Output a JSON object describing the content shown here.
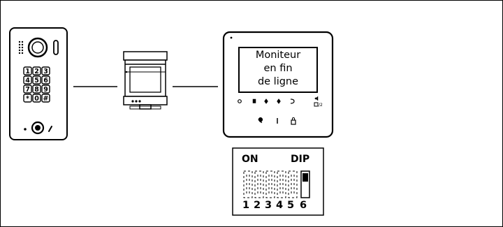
{
  "monitor": {
    "screen_lines": [
      "Moniteur",
      "en fin",
      "de ligne"
    ]
  },
  "keypad": {
    "keys": [
      "1",
      "2",
      "3",
      "4",
      "5",
      "6",
      "7",
      "8",
      "9",
      "*",
      "0",
      "#"
    ]
  },
  "dip_switch": {
    "on_label": "ON",
    "dip_label": "DIP",
    "numbers": [
      "1",
      "2",
      "3",
      "4",
      "5",
      "6"
    ],
    "switch_on": [
      false,
      false,
      false,
      false,
      false,
      true
    ]
  }
}
